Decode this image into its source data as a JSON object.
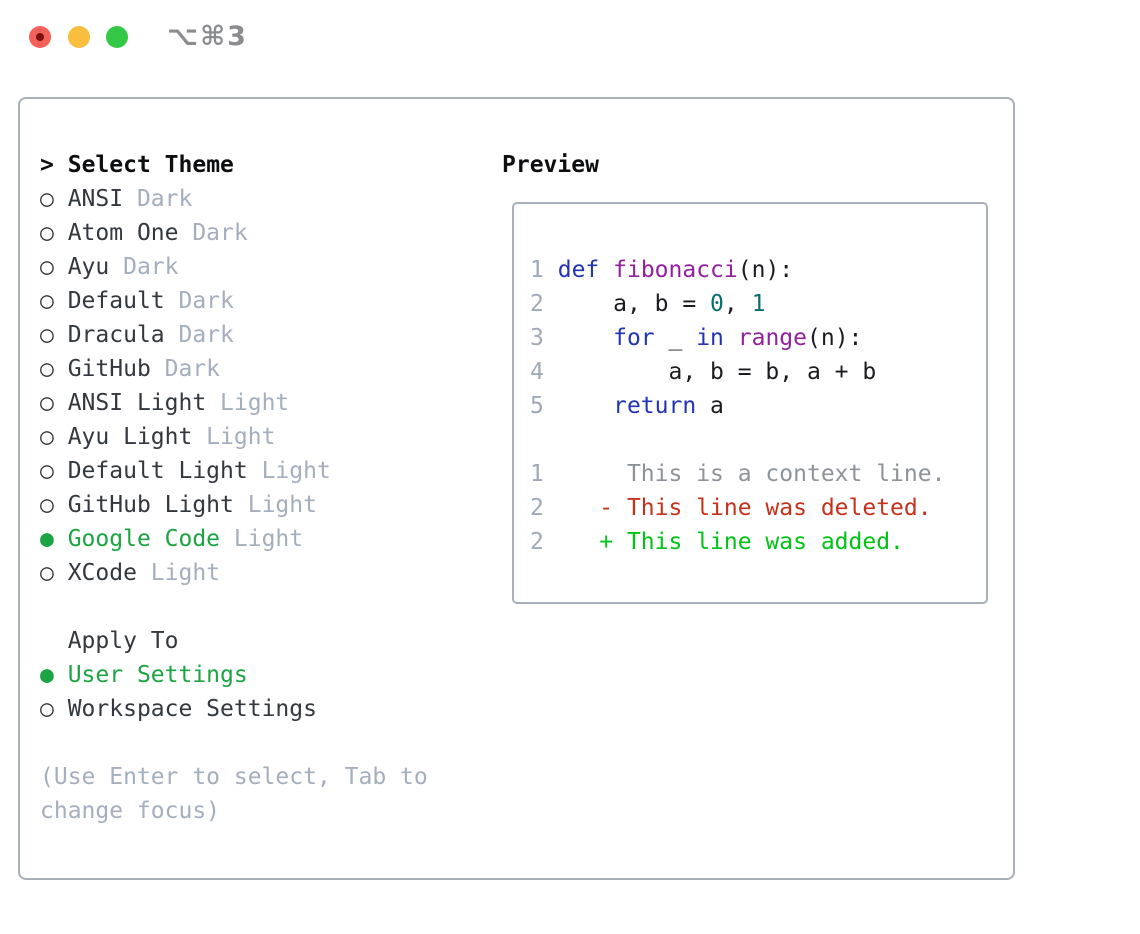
{
  "titlebar": {
    "title": "⌥⌘3",
    "traffic_lights": [
      "close",
      "minimize",
      "zoom"
    ]
  },
  "colors": {
    "selection_green": "#1ba441",
    "added_green": "#00c316",
    "deleted_red": "#c8311b",
    "keyword_blue": "#2233b3",
    "function_purple": "#93209e",
    "literal_teal": "#0b6e6e",
    "muted_gray": "#a4aebd",
    "border_gray": "#a9b0ba"
  },
  "theme_panel": {
    "header": {
      "marker": ">",
      "label": "Select Theme"
    },
    "unselected_marker": "○",
    "selected_marker": "●",
    "themes": [
      {
        "name": "ANSI",
        "variant": "Dark",
        "selected": false
      },
      {
        "name": "Atom One",
        "variant": "Dark",
        "selected": false
      },
      {
        "name": "Ayu",
        "variant": "Dark",
        "selected": false
      },
      {
        "name": "Default",
        "variant": "Dark",
        "selected": false
      },
      {
        "name": "Dracula",
        "variant": "Dark",
        "selected": false
      },
      {
        "name": "GitHub",
        "variant": "Dark",
        "selected": false
      },
      {
        "name": "ANSI Light",
        "variant": "Light",
        "selected": false
      },
      {
        "name": "Ayu Light",
        "variant": "Light",
        "selected": false
      },
      {
        "name": "Default Light",
        "variant": "Light",
        "selected": false
      },
      {
        "name": "GitHub Light",
        "variant": "Light",
        "selected": false
      },
      {
        "name": "Google Code",
        "variant": "Light",
        "selected": true
      },
      {
        "name": "XCode",
        "variant": "Light",
        "selected": false
      }
    ],
    "apply_to": {
      "label": "Apply To",
      "options": [
        {
          "name": "User Settings",
          "selected": true
        },
        {
          "name": "Workspace Settings",
          "selected": false
        }
      ]
    },
    "hint": "(Use Enter to select, Tab to change focus)"
  },
  "preview": {
    "header": "Preview",
    "lines": [
      {
        "num": "1",
        "kind": "code",
        "tokens": [
          {
            "t": "def",
            "c": "kw"
          },
          {
            "t": " ",
            "c": "pl"
          },
          {
            "t": "fibonacci",
            "c": "fn"
          },
          {
            "t": "(n):",
            "c": "pl"
          }
        ]
      },
      {
        "num": "2",
        "kind": "code",
        "tokens": [
          {
            "t": "    a, b = ",
            "c": "pl"
          },
          {
            "t": "0",
            "c": "lit"
          },
          {
            "t": ", ",
            "c": "pl"
          },
          {
            "t": "1",
            "c": "lit"
          }
        ]
      },
      {
        "num": "3",
        "kind": "code",
        "tokens": [
          {
            "t": "    ",
            "c": "pl"
          },
          {
            "t": "for",
            "c": "kw"
          },
          {
            "t": " _ ",
            "c": "pl"
          },
          {
            "t": "in",
            "c": "kw"
          },
          {
            "t": " ",
            "c": "pl"
          },
          {
            "t": "range",
            "c": "fn"
          },
          {
            "t": "(n):",
            "c": "pl"
          }
        ]
      },
      {
        "num": "4",
        "kind": "code",
        "tokens": [
          {
            "t": "        a, b = b, a + b",
            "c": "pl"
          }
        ]
      },
      {
        "num": "5",
        "kind": "code",
        "tokens": [
          {
            "t": "    ",
            "c": "pl"
          },
          {
            "t": "return",
            "c": "kw"
          },
          {
            "t": " a",
            "c": "pl"
          }
        ]
      },
      {
        "num": "",
        "kind": "blank",
        "tokens": []
      },
      {
        "num": "1",
        "kind": "context",
        "tokens": [
          {
            "t": "     This is a context line.",
            "c": "ctx"
          }
        ]
      },
      {
        "num": "2",
        "kind": "deleted",
        "tokens": [
          {
            "t": "   - This line was deleted.",
            "c": "del"
          }
        ]
      },
      {
        "num": "2",
        "kind": "added",
        "tokens": [
          {
            "t": "   + This line was added.",
            "c": "add"
          }
        ]
      }
    ]
  }
}
